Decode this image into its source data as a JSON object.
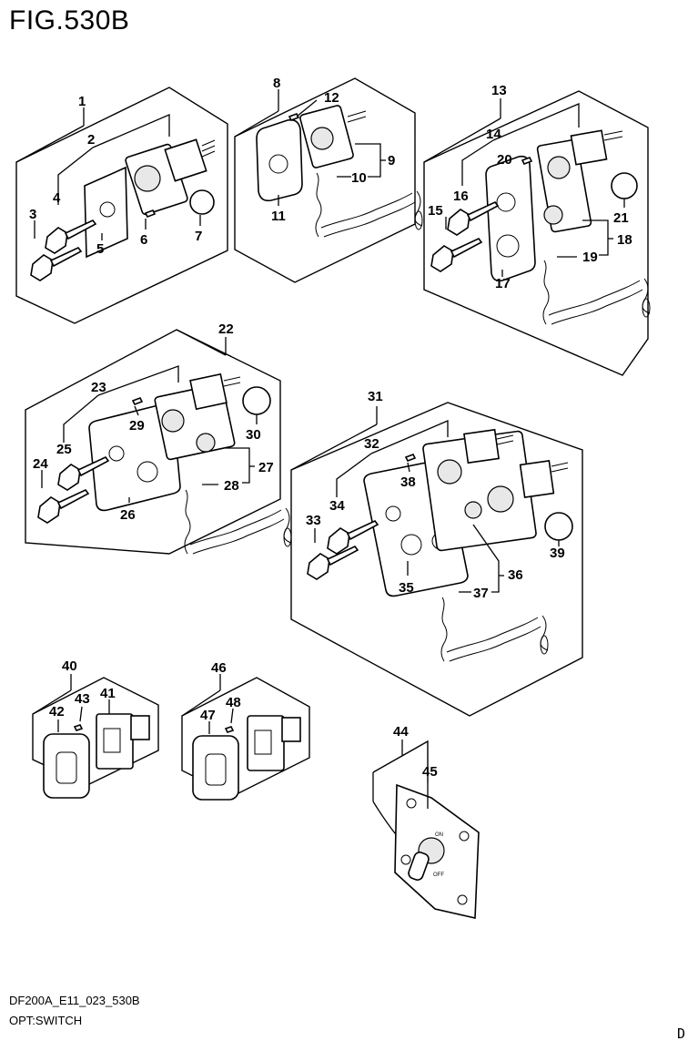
{
  "figure": {
    "title": "FIG.530B",
    "code": "DF200A_E11_023_530B",
    "name": "OPT:SWITCH",
    "page_letter": "D"
  },
  "callouts": {
    "c1": "1",
    "c2": "2",
    "c3": "3",
    "c4": "4",
    "c5": "5",
    "c6": "6",
    "c7": "7",
    "c8": "8",
    "c9": "9",
    "c10": "10",
    "c11": "11",
    "c12": "12",
    "c13": "13",
    "c14": "14",
    "c15": "15",
    "c16": "16",
    "c17": "17",
    "c18": "18",
    "c19": "19",
    "c20": "20",
    "c21": "21",
    "c22": "22",
    "c23": "23",
    "c24": "24",
    "c25": "25",
    "c26": "26",
    "c27": "27",
    "c28": "28",
    "c29": "29",
    "c30": "30",
    "c31": "31",
    "c32": "32",
    "c33": "33",
    "c34": "34",
    "c35": "35",
    "c36": "36",
    "c37": "37",
    "c38": "38",
    "c39": "39",
    "c40": "40",
    "c41": "41",
    "c42": "42",
    "c43": "43",
    "c44": "44",
    "c45": "45",
    "c46": "46",
    "c47": "47",
    "c48": "48"
  },
  "icons": [
    "key-icon",
    "ignition-switch-icon",
    "panel-plate-icon",
    "screw-icon",
    "cap-icon",
    "lanyard-cord-icon",
    "toggle-switch-icon",
    "rocker-switch-icon"
  ]
}
